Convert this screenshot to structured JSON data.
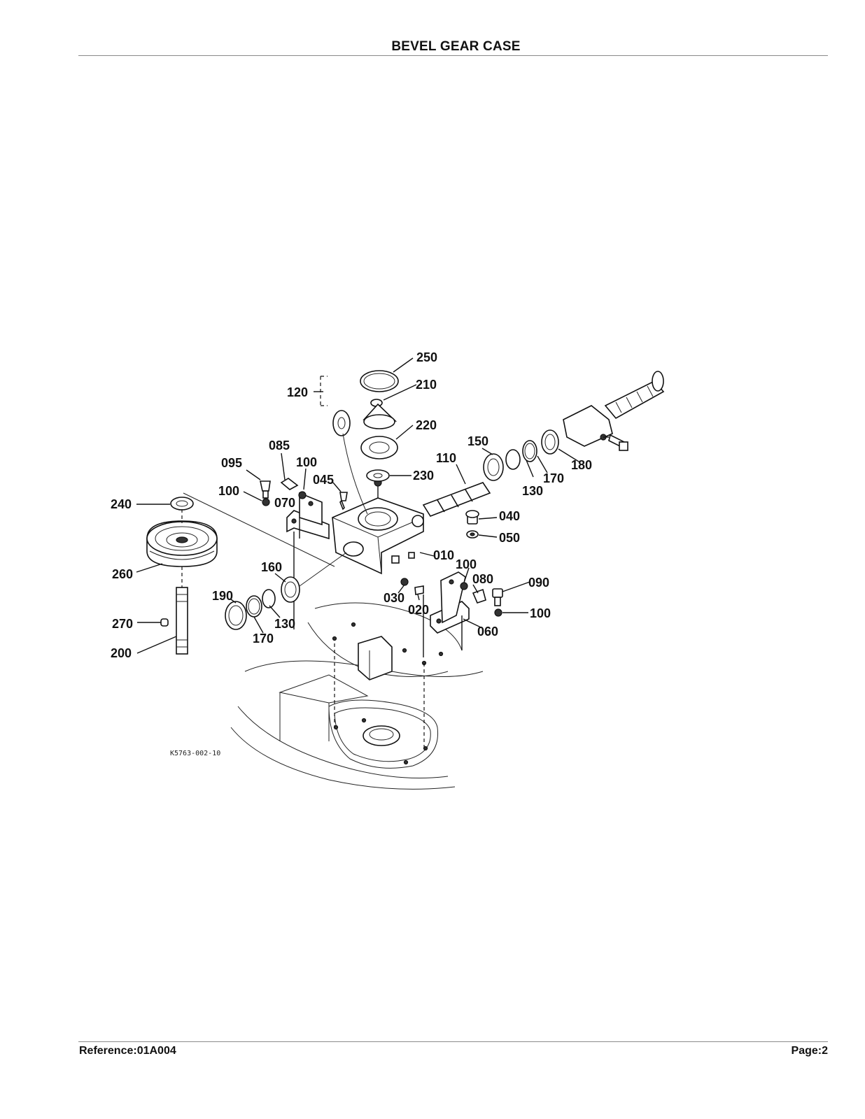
{
  "header": {
    "title": "BEVEL GEAR CASE"
  },
  "diagram": {
    "drawing_code": "K5763-002-10",
    "callouts": {
      "p250": "250",
      "p210": "210",
      "p120": "120",
      "p220": "220",
      "p085": "085",
      "p100a": "100",
      "p095": "095",
      "p045": "045",
      "p100b": "100",
      "p070": "070",
      "p150": "150",
      "p110": "110",
      "p230": "230",
      "p170a": "170",
      "p180": "180",
      "p130a": "130",
      "p040": "040",
      "p050": "050",
      "p240": "240",
      "p010": "010",
      "p100c": "100",
      "p080": "080",
      "p090": "090",
      "p160": "160",
      "p190": "190",
      "p030": "030",
      "p020": "020",
      "p100d": "100",
      "p130b": "130",
      "p260": "260",
      "p060": "060",
      "p270": "270",
      "p170b": "170",
      "p200": "200"
    }
  },
  "footer": {
    "reference": "Reference:01A004",
    "page": "Page:2"
  }
}
